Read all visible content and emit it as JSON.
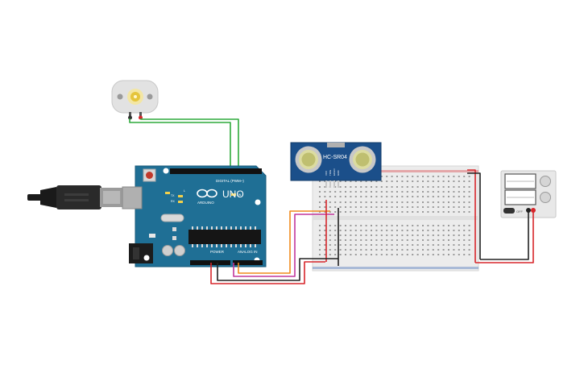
{
  "arduino": {
    "brand": "ARDUINO",
    "model": "UNO",
    "digital_label": "DIGITAL (PWM~)",
    "power_label": "POWER",
    "analog_label": "ANALOG IN",
    "tx_label": "TX",
    "rx_label": "RX",
    "l_label": "L",
    "on_label": "ON"
  },
  "sensor": {
    "model": "HC-SR04",
    "pins": [
      "VCC",
      "TRIG",
      "ECHO",
      "GND"
    ]
  },
  "power_supply": {
    "switch_label": "OFF"
  },
  "colors": {
    "board": "#1f6f95",
    "wire_green": "#2eaa3b",
    "wire_red": "#d7262b",
    "wire_black": "#222222",
    "wire_orange": "#f08a1c",
    "wire_magenta": "#c2369b",
    "breadboard": "#ececec",
    "sensor_board": "#1b4f8a"
  },
  "icons": {
    "motor": "dc-motor-icon",
    "usb": "usb-cable-icon",
    "breadboard": "breadboard-icon",
    "supply": "power-supply-icon"
  }
}
